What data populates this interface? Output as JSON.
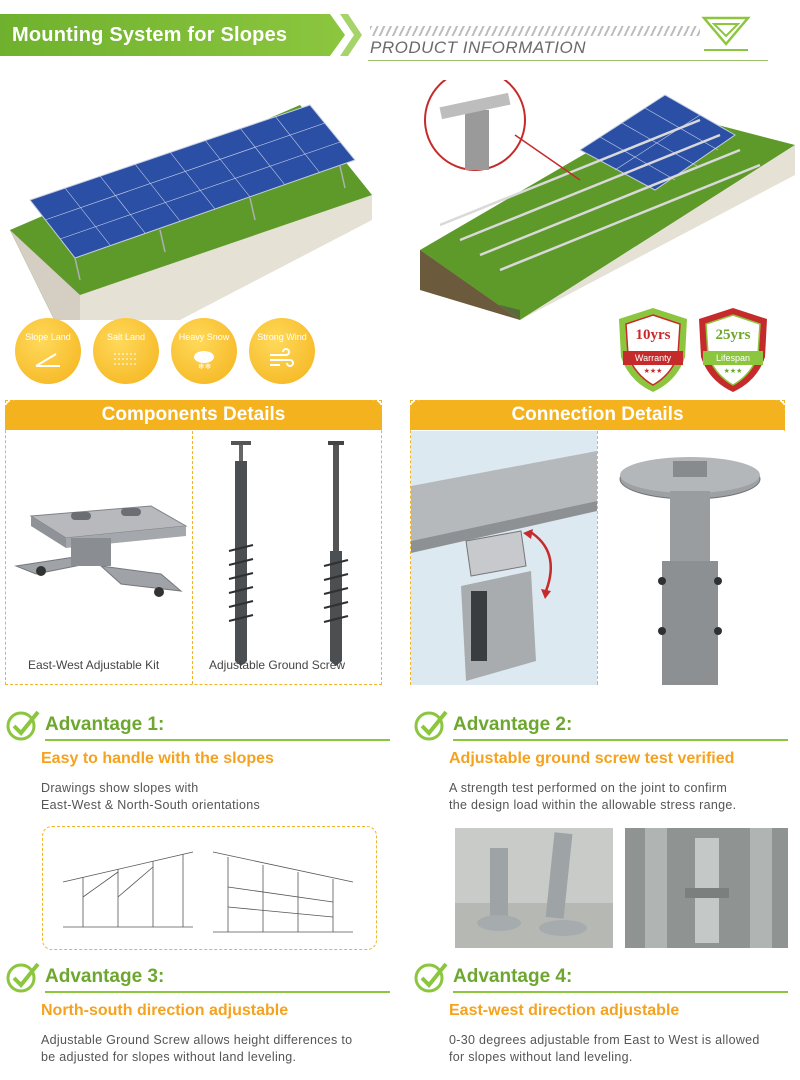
{
  "header": {
    "title": "Mounting System for Slopes",
    "subtitle": "PRODUCT INFORMATION"
  },
  "badges": [
    {
      "label": "Slope Land",
      "icon": "slope-icon"
    },
    {
      "label": "Salt Land",
      "icon": "salt-icon"
    },
    {
      "label": "Heavy Snow",
      "icon": "snow-icon"
    },
    {
      "label": "Strong Wind",
      "icon": "wind-icon"
    }
  ],
  "warranty": {
    "years": "10yrs",
    "caption": "Warranty",
    "stars": "★★★"
  },
  "lifespan": {
    "years": "25yrs",
    "caption": "Lifespan",
    "stars": "★★★"
  },
  "components": {
    "title": "Components Details",
    "items": [
      "East-West Adjustable Kit",
      "Adjustable Ground Screw"
    ]
  },
  "connection": {
    "title": "Connection Details"
  },
  "advantages": [
    {
      "title": "Advantage 1:",
      "subtitle": "Easy to handle with the slopes",
      "desc_lines": [
        "Drawings show slopes with",
        "East-West & North-South orientations"
      ]
    },
    {
      "title": "Advantage 2:",
      "subtitle": "Adjustable ground screw test verified",
      "desc_lines": [
        "A strength test performed on the joint to confirm",
        "the design load within the allowable stress range."
      ]
    },
    {
      "title": "Advantage 3:",
      "subtitle": "North-south direction adjustable",
      "desc_lines": [
        "Adjustable Ground Screw allows height differences to",
        "be adjusted for slopes without land leveling."
      ]
    },
    {
      "title": "Advantage 4:",
      "subtitle": "East-west direction adjustable",
      "desc_lines": [
        "0-30 degrees adjustable from East to West is allowed",
        "for slopes without land leveling."
      ]
    }
  ],
  "colors": {
    "green": "#8cc63f",
    "orange": "#f5b21f",
    "red": "#c62b2b"
  }
}
